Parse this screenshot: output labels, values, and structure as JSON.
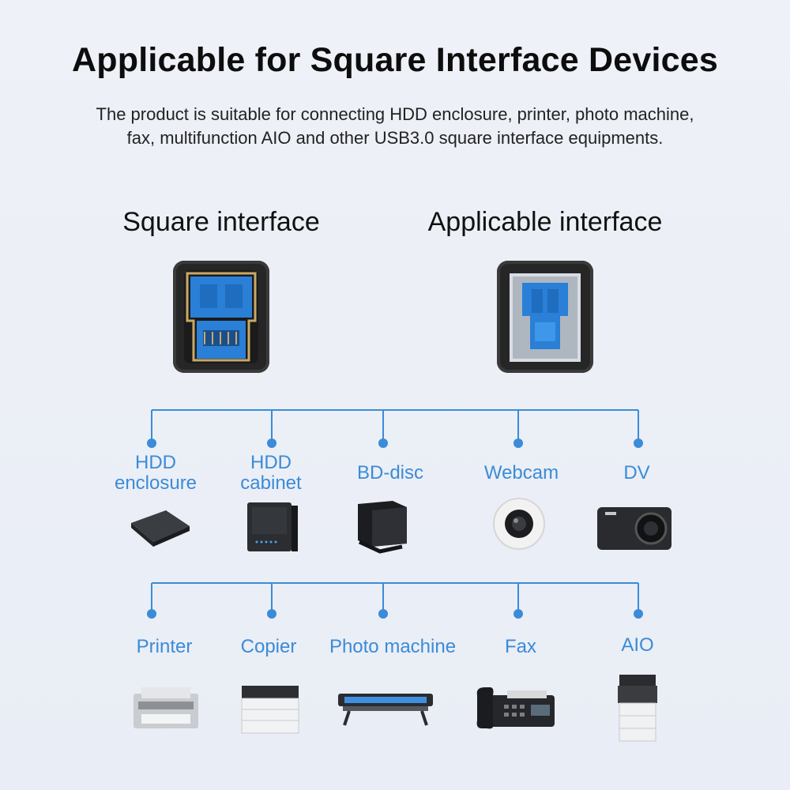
{
  "heading": "Applicable for Square Interface Devices",
  "description_line1": "The product is suitable for connecting HDD enclosure, printer, photo machine,",
  "description_line2": "fax, multifunction AIO and other USB3.0 square interface equipments.",
  "left_column_title": "Square interface",
  "right_column_title": "Applicable interface",
  "row1_devices": [
    {
      "label_line1": "HDD",
      "label_line2": "enclosure",
      "icon": "hdd-enclosure-icon"
    },
    {
      "label_line1": "HDD",
      "label_line2": "cabinet",
      "icon": "hdd-cabinet-icon"
    },
    {
      "label_line1": "BD-disc",
      "label_line2": "",
      "icon": "bd-disc-icon"
    },
    {
      "label_line1": "Webcam",
      "label_line2": "",
      "icon": "webcam-icon"
    },
    {
      "label_line1": "DV",
      "label_line2": "",
      "icon": "dv-camera-icon"
    }
  ],
  "row2_devices": [
    {
      "label": "Printer",
      "icon": "printer-icon"
    },
    {
      "label": "Copier",
      "icon": "copier-icon"
    },
    {
      "label": "Photo machine",
      "icon": "photo-machine-icon"
    },
    {
      "label": "Fax",
      "icon": "fax-icon"
    },
    {
      "label": "AIO",
      "icon": "aio-icon"
    }
  ],
  "colors": {
    "accent_blue": "#3b8bd8",
    "port_blue": "#2a7fd6",
    "port_body": "#262626"
  }
}
